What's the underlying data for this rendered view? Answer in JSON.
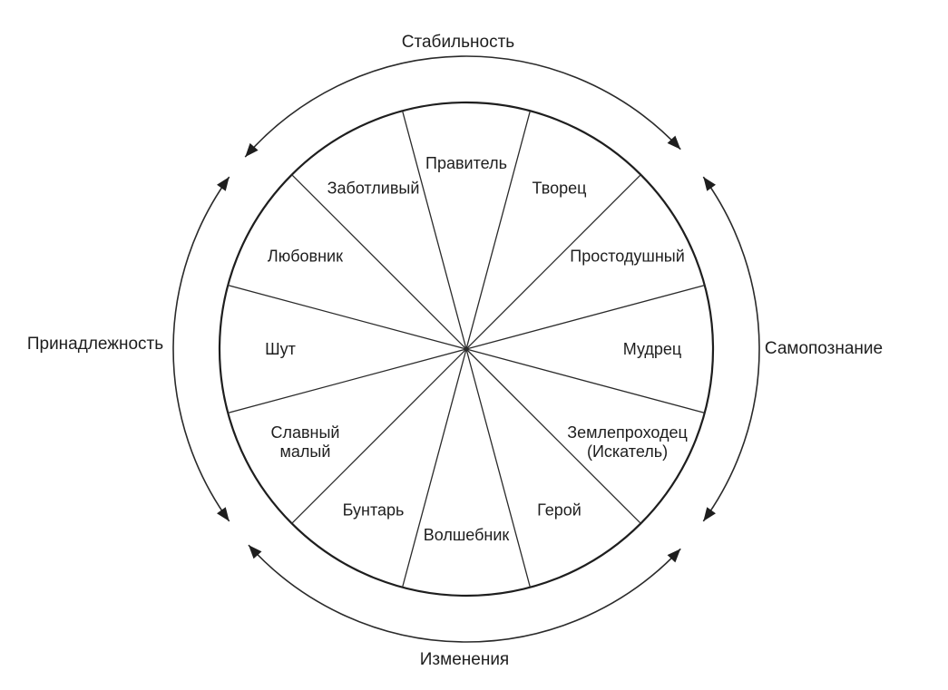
{
  "diagram": {
    "segments": [
      {
        "lines": [
          "Правитель"
        ]
      },
      {
        "lines": [
          "Творец"
        ]
      },
      {
        "lines": [
          "Простодушный"
        ]
      },
      {
        "lines": [
          "Мудрец"
        ]
      },
      {
        "lines": [
          "Землепроходец",
          "(Искатель)"
        ]
      },
      {
        "lines": [
          "Герой"
        ]
      },
      {
        "lines": [
          "Волшебник"
        ]
      },
      {
        "lines": [
          "Бунтарь"
        ]
      },
      {
        "lines": [
          "Славный",
          "малый"
        ]
      },
      {
        "lines": [
          "Шут"
        ]
      },
      {
        "lines": [
          "Любовник"
        ]
      },
      {
        "lines": [
          "Заботливый"
        ]
      }
    ],
    "outer_labels": {
      "top": "Стабильность",
      "right": "Самопознание",
      "bottom": "Изменения",
      "left": "Принадлежность"
    }
  }
}
